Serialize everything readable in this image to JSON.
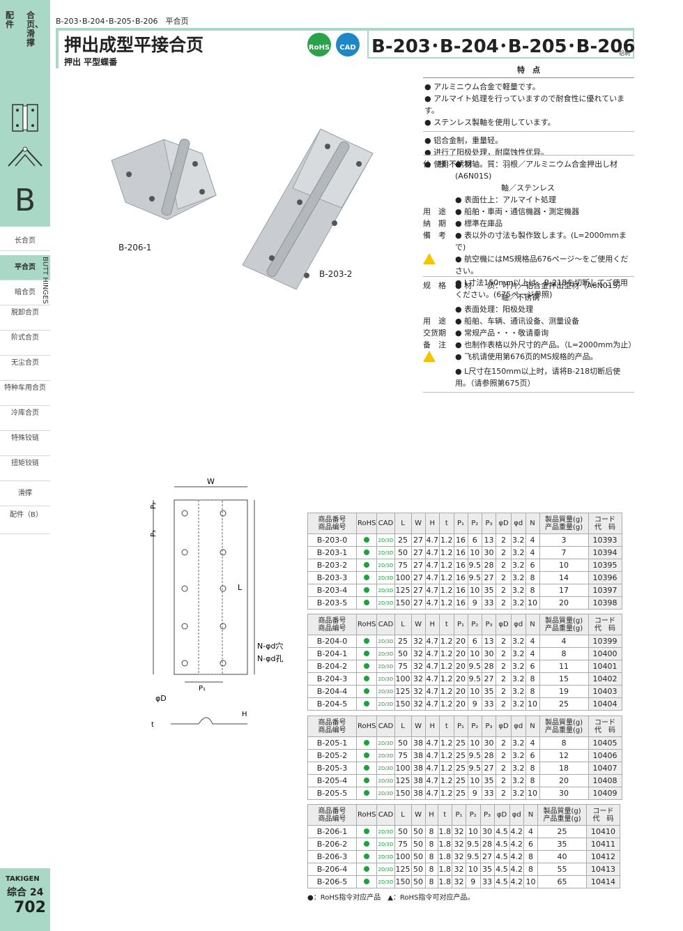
{
  "sidebar": {
    "top_a": "配件",
    "top_b": "合页、滑撑",
    "letter": "B",
    "label_vertical": "BUTT HINGES",
    "items": [
      "长合页",
      "平合页",
      "暗合页",
      "脱卸合页",
      "阶式合页",
      "无尘合页",
      "特种车用合页",
      "冷库合页",
      "特殊铰链",
      "扭矩铰链",
      "滑撑",
      "配件（B）"
    ],
    "brand": "TAKIGEN",
    "catalog": "综合 24",
    "page": "702"
  },
  "header": {
    "crumb": "B-203･B-204･B-205･B-206　平合页",
    "title_cn": "押出成型平接合页",
    "title_jp": "押出 平型蝶番",
    "models": "B-203･B-204･B-205･B-206",
    "material_tag": "铝制",
    "rohs": "RoHS",
    "cad": "CAD"
  },
  "images": {
    "a": "B-206-1",
    "b": "B-203-2"
  },
  "features": {
    "head": "特　点",
    "jp": [
      "アルミニウム合金で軽量です。",
      "アルマイト処理を行っていますので耐食性に優れています。",
      "ステンレス製軸を使用しています。"
    ],
    "cn": [
      "铝合金制，重量轻。",
      "进行了阳极处理，耐腐蚀性优异。",
      "使用不锈钢轴。"
    ]
  },
  "spec_jp": [
    {
      "l": "仕　様",
      "v": "● 材　　質：羽根／アルミニウム合金押出し材(A6N01S)"
    },
    {
      "l": "",
      "v": "　　　　　　軸／ステンレス"
    },
    {
      "l": "",
      "v": "● 表面仕上：アルマイト処理"
    },
    {
      "l": "用　途",
      "v": "● 船舶・車両・通信機器・測定機器"
    },
    {
      "l": "納　期",
      "v": "● 標準在庫品"
    },
    {
      "l": "備　考",
      "v": "● 表以外の寸法も製作致します。(L=2000mmまで)"
    },
    {
      "l": "",
      "v": "● 航空機にはMS規格品676ページ～をご使用ください。"
    },
    {
      "l": "",
      "v": "● L寸法150mm以上は、B-218を切断してご使用ください。(675ページ参照)"
    }
  ],
  "spec_cn": [
    {
      "l": "规　格",
      "v": "● 材　　质：叶片／铝合金押出型材（A6N01S）"
    },
    {
      "l": "",
      "v": "　　　　　　轴／不锈钢"
    },
    {
      "l": "",
      "v": "● 表面处理：阳极处理"
    },
    {
      "l": "用　途",
      "v": "● 船舶、车辆、通讯设备、测量设备"
    },
    {
      "l": "交货期",
      "v": "● 常规产品・・・敬请垂询"
    },
    {
      "l": "备　注",
      "v": "● 也制作表格以外尺寸的产品。（L=2000mm为止）"
    },
    {
      "l": "",
      "v": "● 飞机请使用第676页的MS规格的产品。"
    },
    {
      "l": "",
      "v": "● L尺寸在150mm以上时，请将B-218切断后使用。（请参照第675页）"
    }
  ],
  "drawing": {
    "W": "W",
    "L": "L",
    "P1": "P₁",
    "P2": "P₂",
    "P3": "P₃",
    "hole_jp": "N-φd穴",
    "hole_cn": "N-φd孔",
    "phiD": "φD",
    "t": "t",
    "H": "H"
  },
  "table_headers": [
    "商品番号\n商品编号",
    "RoHS",
    "CAD",
    "L",
    "W",
    "H",
    "t",
    "P₁",
    "P₂",
    "P₃",
    "φD",
    "φd",
    "N",
    "製品質量(g)\n产品重量(g)",
    "コード\n代　码"
  ],
  "tables": [
    [
      [
        "B-203-0",
        "25",
        "27",
        "4.7",
        "1.2",
        "16",
        "6",
        "13",
        "2",
        "3.2",
        "4",
        "3",
        "10393"
      ],
      [
        "B-203-1",
        "50",
        "27",
        "4.7",
        "1.2",
        "16",
        "10",
        "30",
        "2",
        "3.2",
        "4",
        "7",
        "10394"
      ],
      [
        "B-203-2",
        "75",
        "27",
        "4.7",
        "1.2",
        "16",
        "9.5",
        "28",
        "2",
        "3.2",
        "6",
        "10",
        "10395"
      ],
      [
        "B-203-3",
        "100",
        "27",
        "4.7",
        "1.2",
        "16",
        "9.5",
        "27",
        "2",
        "3.2",
        "8",
        "14",
        "10396"
      ],
      [
        "B-203-4",
        "125",
        "27",
        "4.7",
        "1.2",
        "16",
        "10",
        "35",
        "2",
        "3.2",
        "8",
        "17",
        "10397"
      ],
      [
        "B-203-5",
        "150",
        "27",
        "4.7",
        "1.2",
        "16",
        "9",
        "33",
        "2",
        "3.2",
        "10",
        "20",
        "10398"
      ]
    ],
    [
      [
        "B-204-0",
        "25",
        "32",
        "4.7",
        "1.2",
        "20",
        "6",
        "13",
        "2",
        "3.2",
        "4",
        "4",
        "10399"
      ],
      [
        "B-204-1",
        "50",
        "32",
        "4.7",
        "1.2",
        "20",
        "10",
        "30",
        "2",
        "3.2",
        "4",
        "8",
        "10400"
      ],
      [
        "B-204-2",
        "75",
        "32",
        "4.7",
        "1.2",
        "20",
        "9.5",
        "28",
        "2",
        "3.2",
        "6",
        "11",
        "10401"
      ],
      [
        "B-204-3",
        "100",
        "32",
        "4.7",
        "1.2",
        "20",
        "9.5",
        "27",
        "2",
        "3.2",
        "8",
        "15",
        "10402"
      ],
      [
        "B-204-4",
        "125",
        "32",
        "4.7",
        "1.2",
        "20",
        "10",
        "35",
        "2",
        "3.2",
        "8",
        "19",
        "10403"
      ],
      [
        "B-204-5",
        "150",
        "32",
        "4.7",
        "1.2",
        "20",
        "9",
        "33",
        "2",
        "3.2",
        "10",
        "25",
        "10404"
      ]
    ],
    [
      [
        "B-205-1",
        "50",
        "38",
        "4.7",
        "1.2",
        "25",
        "10",
        "30",
        "2",
        "3.2",
        "4",
        "8",
        "10405"
      ],
      [
        "B-205-2",
        "75",
        "38",
        "4.7",
        "1.2",
        "25",
        "9.5",
        "28",
        "2",
        "3.2",
        "6",
        "12",
        "10406"
      ],
      [
        "B-205-3",
        "100",
        "38",
        "4.7",
        "1.2",
        "25",
        "9.5",
        "27",
        "2",
        "3.2",
        "8",
        "18",
        "10407"
      ],
      [
        "B-205-4",
        "125",
        "38",
        "4.7",
        "1.2",
        "25",
        "10",
        "35",
        "2",
        "3.2",
        "8",
        "20",
        "10408"
      ],
      [
        "B-205-5",
        "150",
        "38",
        "4.7",
        "1.2",
        "25",
        "9",
        "33",
        "2",
        "3.2",
        "10",
        "30",
        "10409"
      ]
    ],
    [
      [
        "B-206-1",
        "50",
        "50",
        "8",
        "1.8",
        "32",
        "10",
        "30",
        "4.5",
        "4.2",
        "4",
        "25",
        "10410"
      ],
      [
        "B-206-2",
        "75",
        "50",
        "8",
        "1.8",
        "32",
        "9.5",
        "28",
        "4.5",
        "4.2",
        "6",
        "35",
        "10411"
      ],
      [
        "B-206-3",
        "100",
        "50",
        "8",
        "1.8",
        "32",
        "9.5",
        "27",
        "4.5",
        "4.2",
        "8",
        "40",
        "10412"
      ],
      [
        "B-206-4",
        "125",
        "50",
        "8",
        "1.8",
        "32",
        "10",
        "35",
        "4.5",
        "4.2",
        "8",
        "55",
        "10413"
      ],
      [
        "B-206-5",
        "150",
        "50",
        "8",
        "1.8",
        "32",
        "9",
        "33",
        "4.5",
        "4.2",
        "10",
        "65",
        "10414"
      ]
    ]
  ],
  "cad_cell": "2D/3D",
  "footnote": "●：RoHS指令对应产品　▲：RoHS指令可对应产品。"
}
